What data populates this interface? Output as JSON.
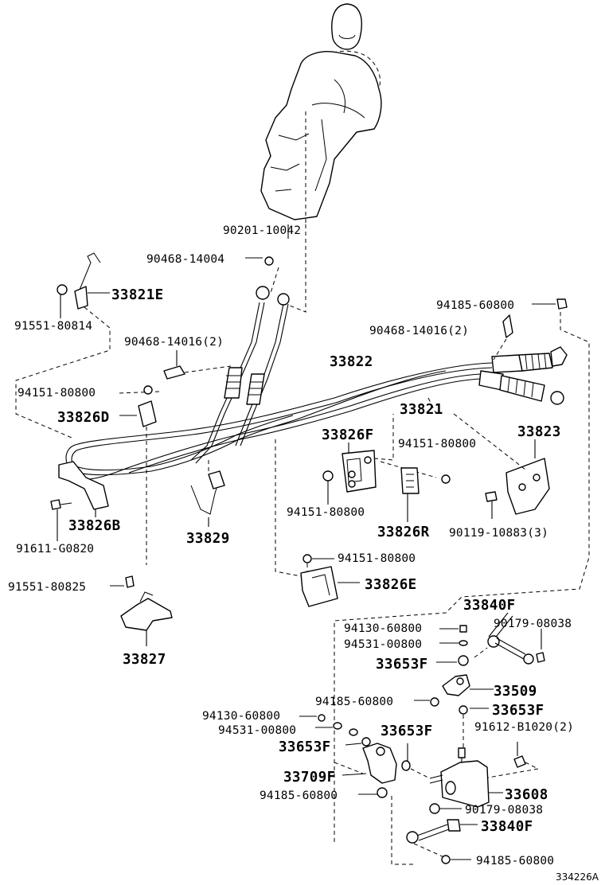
{
  "labels": {
    "l90201_10042": "90201-10042",
    "l90468_14004": "90468-14004",
    "l33821E": "33821E",
    "l91551_80814": "91551-80814",
    "l94185_60800_top": "94185-60800",
    "l90468_14016_2_right": "90468-14016(2)",
    "l90468_14016_2_left": "90468-14016(2)",
    "l33822": "33822",
    "l94151_80800_a": "94151-80800",
    "l33821": "33821",
    "l33826D": "33826D",
    "l33826F": "33826F",
    "l94151_80800_b": "94151-80800",
    "l33823": "33823",
    "l94151_80800_c": "94151-80800",
    "l33826R": "33826R",
    "l90119_10883_3": "90119-10883(3)",
    "l33826B": "33826B",
    "l91611_G0820": "91611-G0820",
    "l33829": "33829",
    "l94151_80800_d": "94151-80800",
    "l91551_80825": "91551-80825",
    "l33826E": "33826E",
    "l33840F_top": "33840F",
    "l94130_60800_a": "94130-60800",
    "l90179_08038_a": "90179-08038",
    "l94531_00800_a": "94531-00800",
    "l33827": "33827",
    "l33653F_a": "33653F",
    "l33509": "33509",
    "l94185_60800_mid": "94185-60800",
    "l33653F_b": "33653F",
    "l94130_60800_b": "94130-60800",
    "l91612_B1020_2": "91612-B1020(2)",
    "l94531_00800_b": "94531-00800",
    "l33653F_c": "33653F",
    "l33653F_d": "33653F",
    "l33709F": "33709F",
    "l33608": "33608",
    "l94185_60800_low": "94185-60800",
    "l90179_08038_b": "90179-08038",
    "l33840F_bottom": "33840F",
    "l94185_60800_bottom": "94185-60800",
    "ref": "334226A"
  }
}
